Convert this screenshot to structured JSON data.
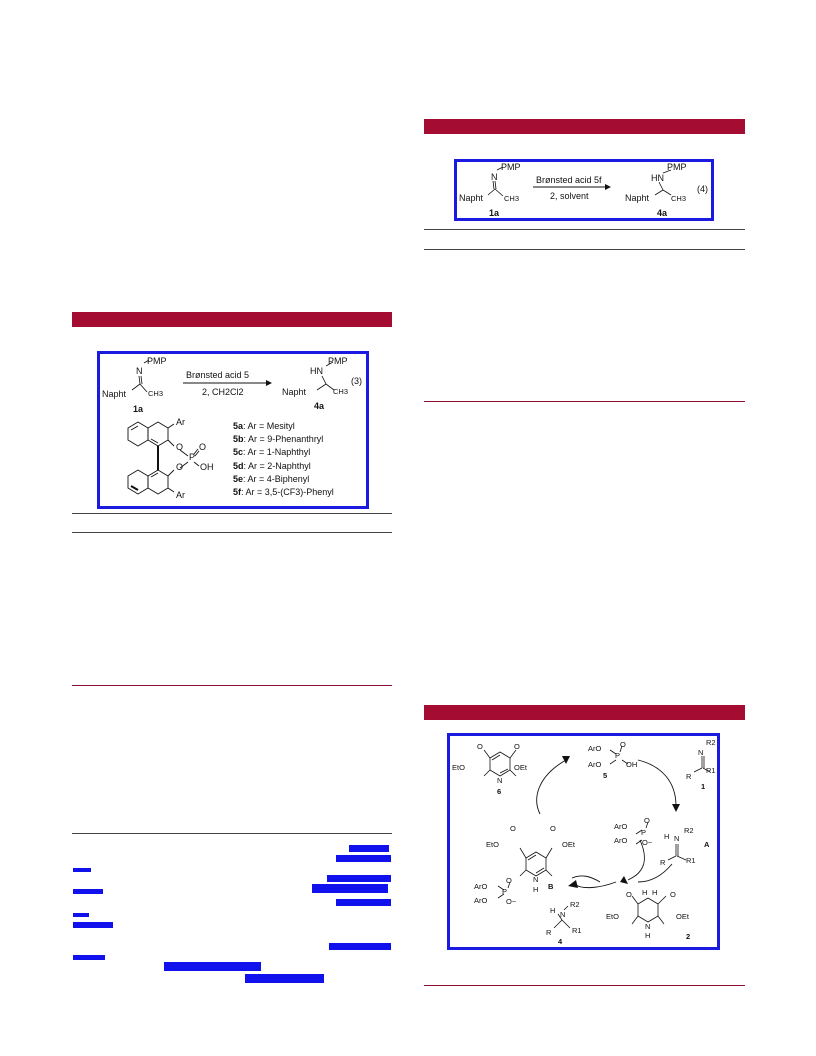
{
  "eq3": {
    "reactant_substituent": "PMP",
    "reactant_imine_n": "N",
    "reactant_left": "Napht",
    "reactant_right": "CH3",
    "reactant_label": "1a",
    "reagent_top": "Brønsted acid  5",
    "reagent_bottom": "2, CH2Cl2",
    "product_substituent": "PMP",
    "product_amine": "HN",
    "product_left": "Napht",
    "product_right": "CH3",
    "product_label": "4a",
    "eq_number": "(3)",
    "acid_labels": [
      "Ar",
      "O",
      "O",
      "P",
      "O",
      "OH",
      "Ar"
    ],
    "catalysts": [
      {
        "id": "5a",
        "text": ": Ar = Mesityl"
      },
      {
        "id": "5b",
        "text": ": Ar = 9-Phenanthryl"
      },
      {
        "id": "5c",
        "text": ": Ar = 1-Naphthyl"
      },
      {
        "id": "5d",
        "text": ": Ar = 2-Naphthyl"
      },
      {
        "id": "5e",
        "text": ": Ar = 4-Biphenyl"
      },
      {
        "id": "5f",
        "text": ": Ar = 3,5-(CF3)-Phenyl"
      }
    ]
  },
  "eq4": {
    "reactant_substituent": "PMP",
    "reactant_imine_n": "N",
    "reactant_left": "Napht",
    "reactant_right": "CH3",
    "reactant_label": "1a",
    "reagent_top": "Brønsted acid  5f",
    "reagent_bottom": "2, solvent",
    "product_substituent": "PMP",
    "product_amine": "HN",
    "product_left": "Napht",
    "product_right": "CH3",
    "product_label": "4a",
    "eq_number": "(4)"
  },
  "cycle": {
    "cat_ar1": "ArO",
    "cat_ar2": "ArO",
    "cat_p": "P",
    "cat_o": "O",
    "cat_oh": "OH",
    "cat_label": "5",
    "imine_n": "N",
    "imine_r2": "R2",
    "imine_r": "R",
    "imine_r1": "R1",
    "imine_label": "1",
    "ionpair_ar1": "ArO",
    "ionpair_ar2": "ArO",
    "ionpair_p": "P",
    "ionpair_o": "O",
    "ionpair_ominus": "O−",
    "ionpair_h": "H",
    "ionpair_n": "N",
    "ionpair_r2": "R2",
    "ionpair_r": "R",
    "ionpair_r1": "R1",
    "ionpair_label": "A",
    "pyridine_eto": "EtO",
    "pyridine_oet": "OEt",
    "pyridine_o1": "O",
    "pyridine_o2": "O",
    "pyridine_n": "N",
    "pyridine_h": "H",
    "pyridine_label": "B",
    "hantzsch_eto": "EtO",
    "hantzsch_oet": "OEt",
    "hantzsch_o1": "O",
    "hantzsch_o2": "O",
    "hantzsch_h1": "H",
    "hantzsch_h2": "H",
    "hantzsch_n": "N",
    "hantzsch_nh": "H",
    "hantzsch_label": "2",
    "product_ar1": "ArO",
    "product_ar2": "ArO",
    "product_p": "P",
    "product_o": "O",
    "product_ominus": "O−",
    "amine_h": "H",
    "amine_n": "N",
    "amine_r2": "R2",
    "amine_r": "R",
    "amine_r1": "R1",
    "amine_label": "4",
    "final_eto": "EtO",
    "final_oet": "OEt",
    "final_o1": "O",
    "final_o2": "O",
    "final_n": "N",
    "final_label": "6"
  }
}
